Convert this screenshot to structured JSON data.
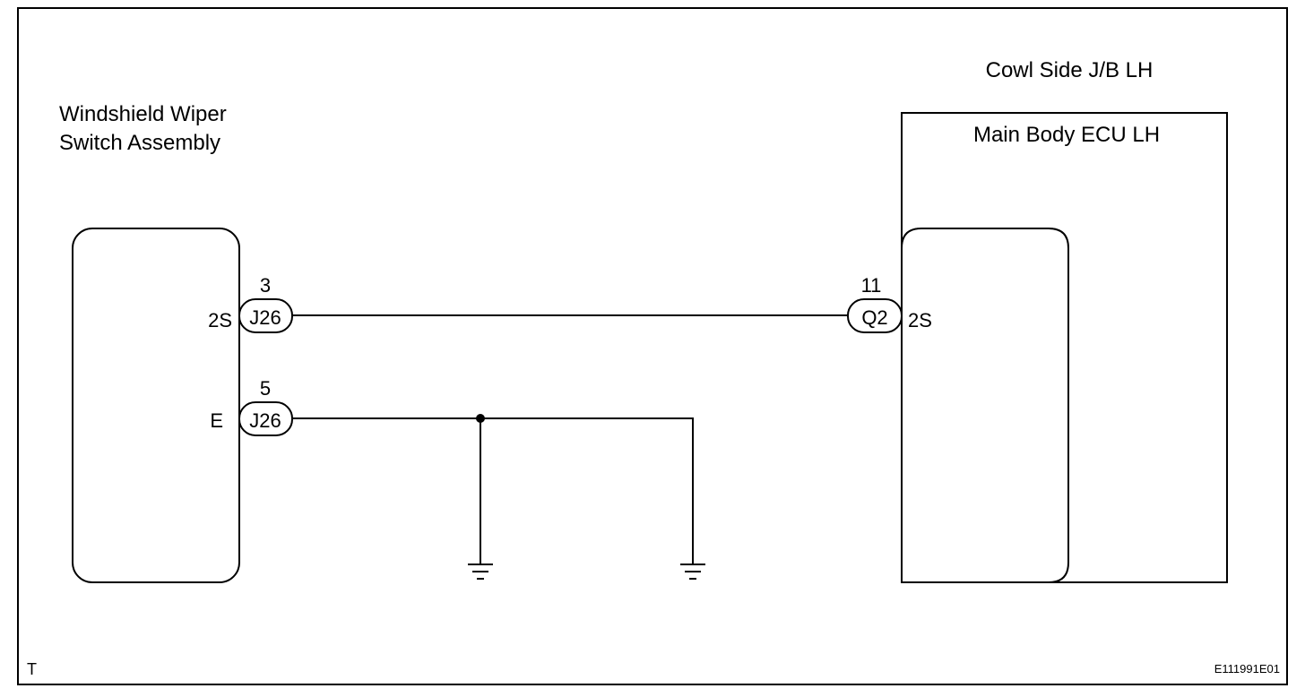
{
  "labels": {
    "left_component": [
      "Windshield Wiper",
      "Switch Assembly"
    ],
    "junction_block": "Cowl Side J/B LH",
    "ecu": "Main Body ECU LH",
    "corner_mark": "T",
    "figure_code": "E111991E01"
  },
  "left_pins": [
    {
      "terminal": "2S",
      "pin": "3",
      "connector": "J26"
    },
    {
      "terminal": "E",
      "pin": "5",
      "connector": "J26"
    }
  ],
  "right_pins": [
    {
      "terminal": "2S",
      "pin": "11",
      "connector": "Q2"
    }
  ],
  "grounds": [
    "ground-1",
    "ground-2"
  ],
  "colors": {
    "line": "#000000",
    "background": "#ffffff"
  }
}
